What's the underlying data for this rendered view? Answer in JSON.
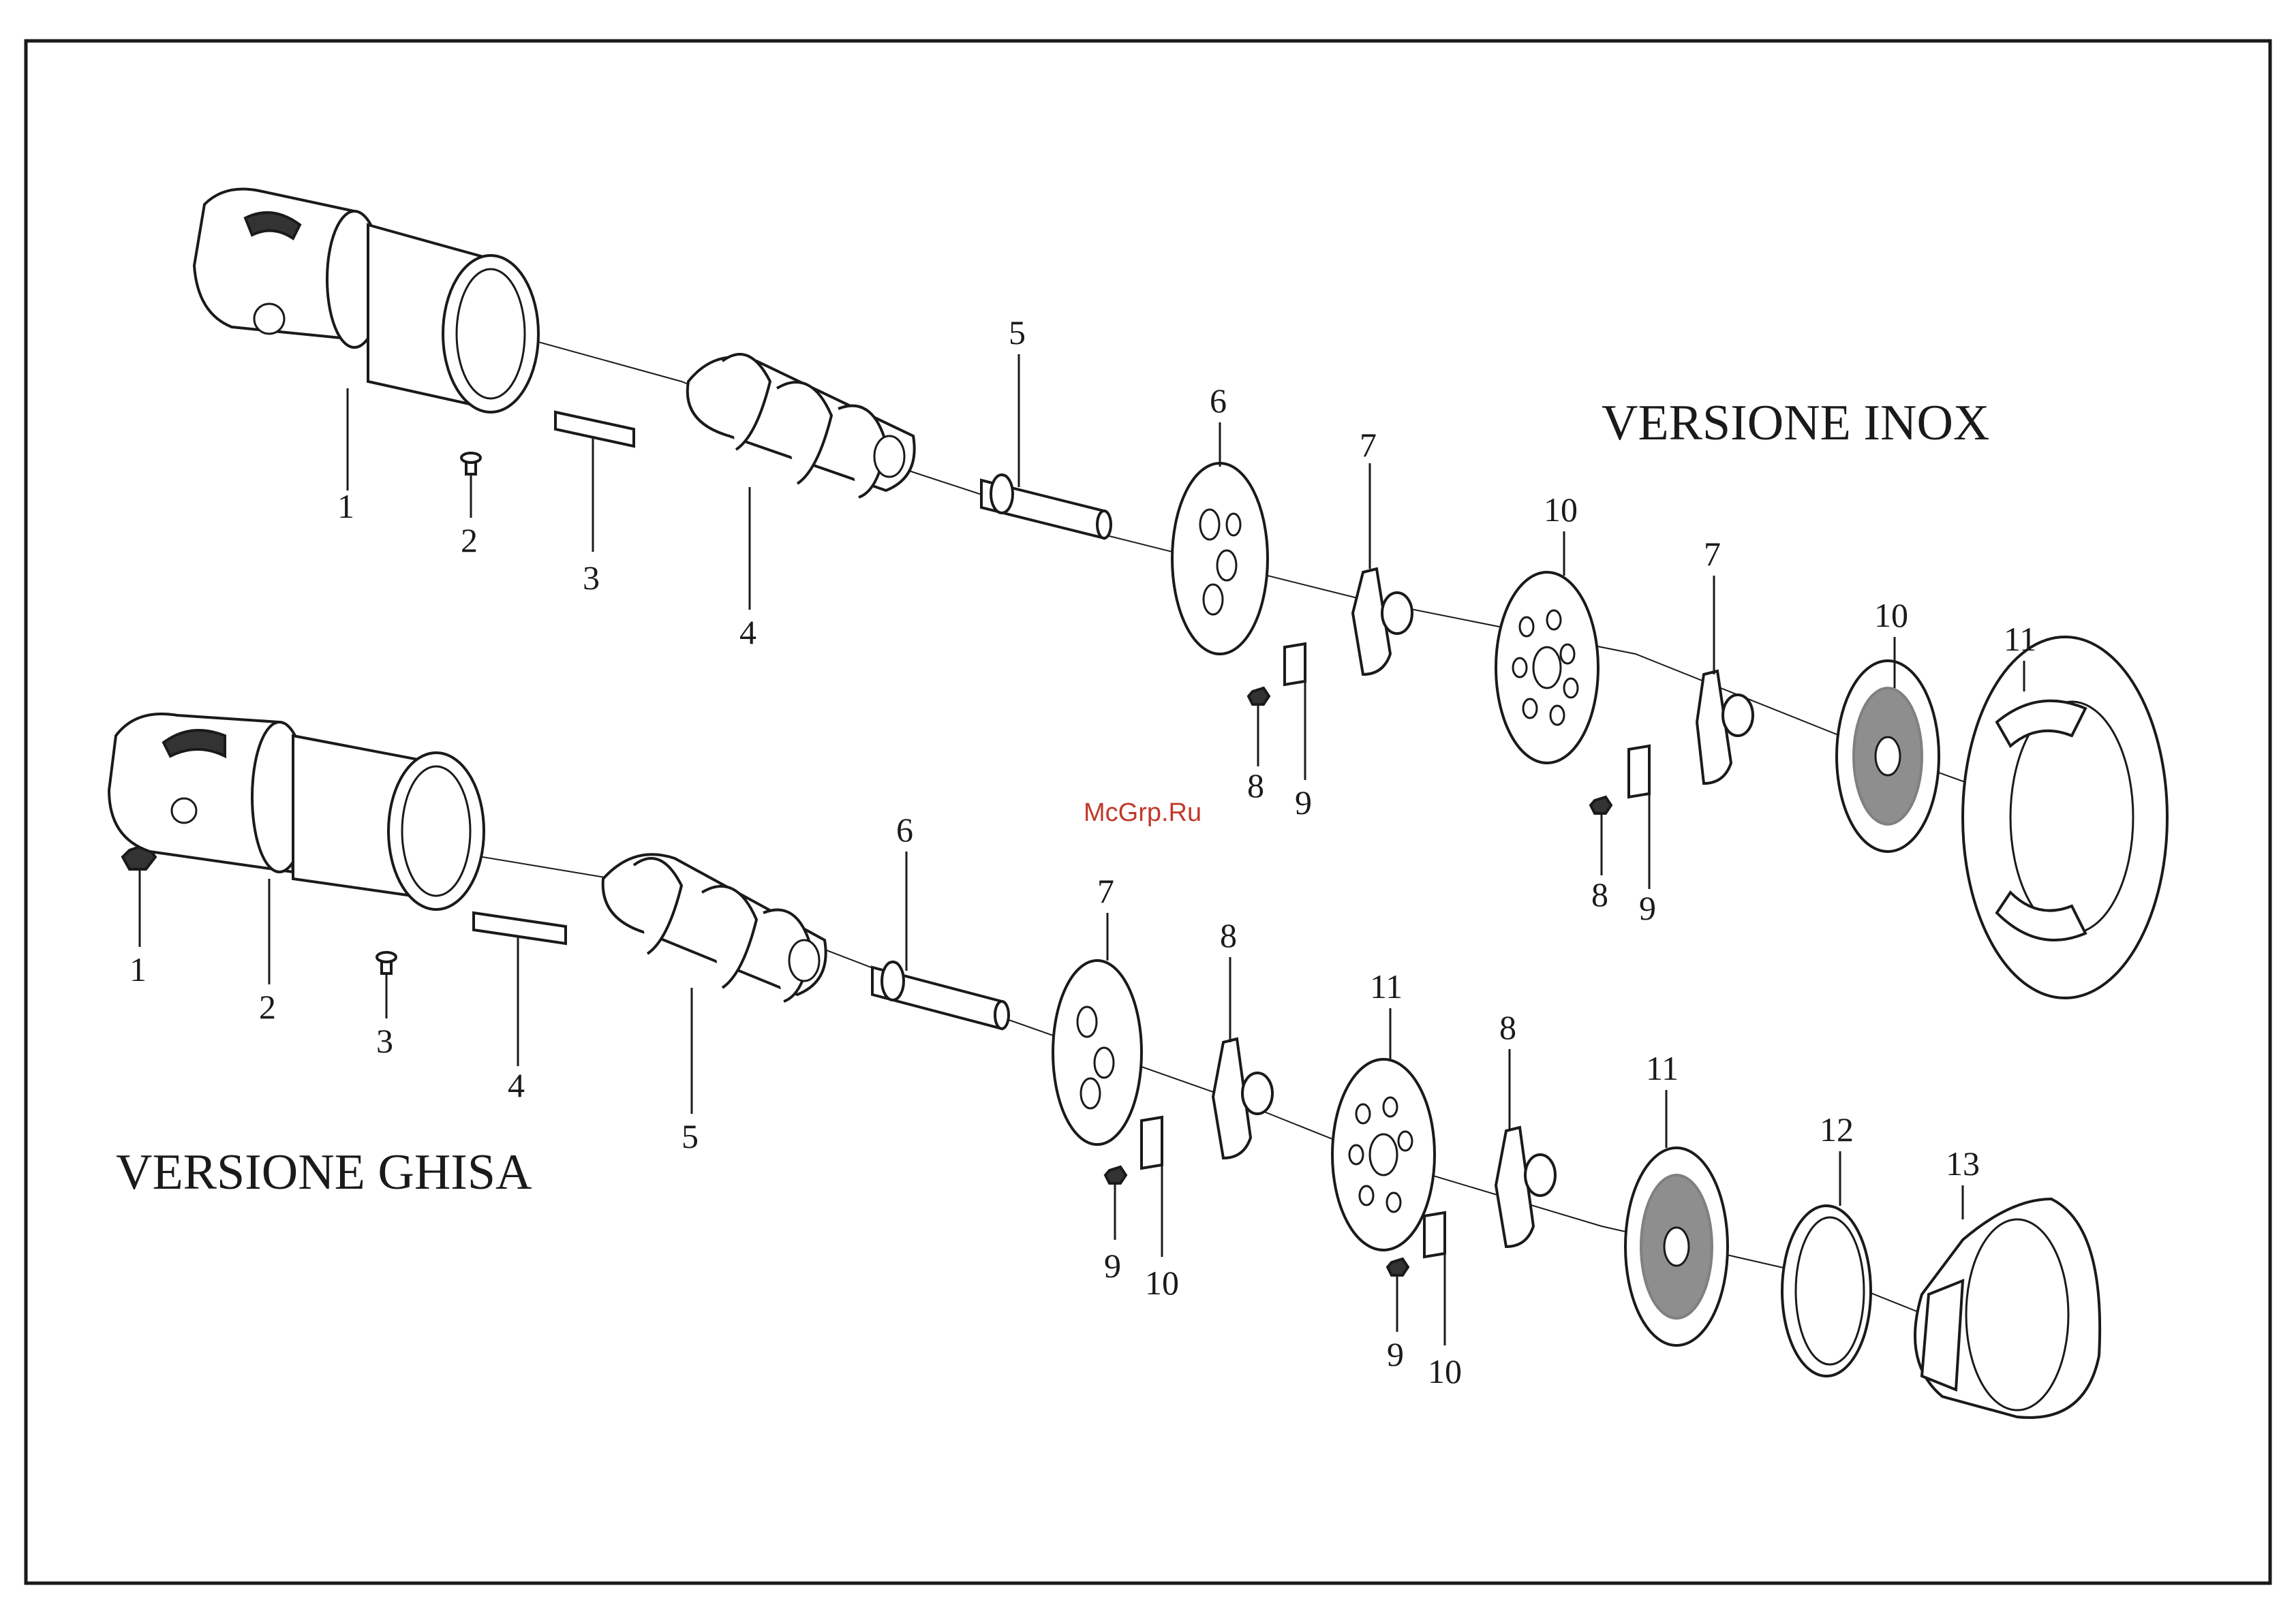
{
  "inox": {
    "title": "VERSIONE INOX",
    "callouts": [
      "1",
      "2",
      "3",
      "4",
      "5",
      "6",
      "7",
      "10",
      "7",
      "10",
      "11",
      "8",
      "9",
      "8",
      "9"
    ]
  },
  "ghisa": {
    "title": "VERSIONE GHISA",
    "callouts": [
      "1",
      "2",
      "3",
      "4",
      "5",
      "6",
      "7",
      "8",
      "11",
      "8",
      "11",
      "12",
      "13",
      "9",
      "10",
      "9",
      "10"
    ]
  },
  "watermark": "McGrp.Ru"
}
